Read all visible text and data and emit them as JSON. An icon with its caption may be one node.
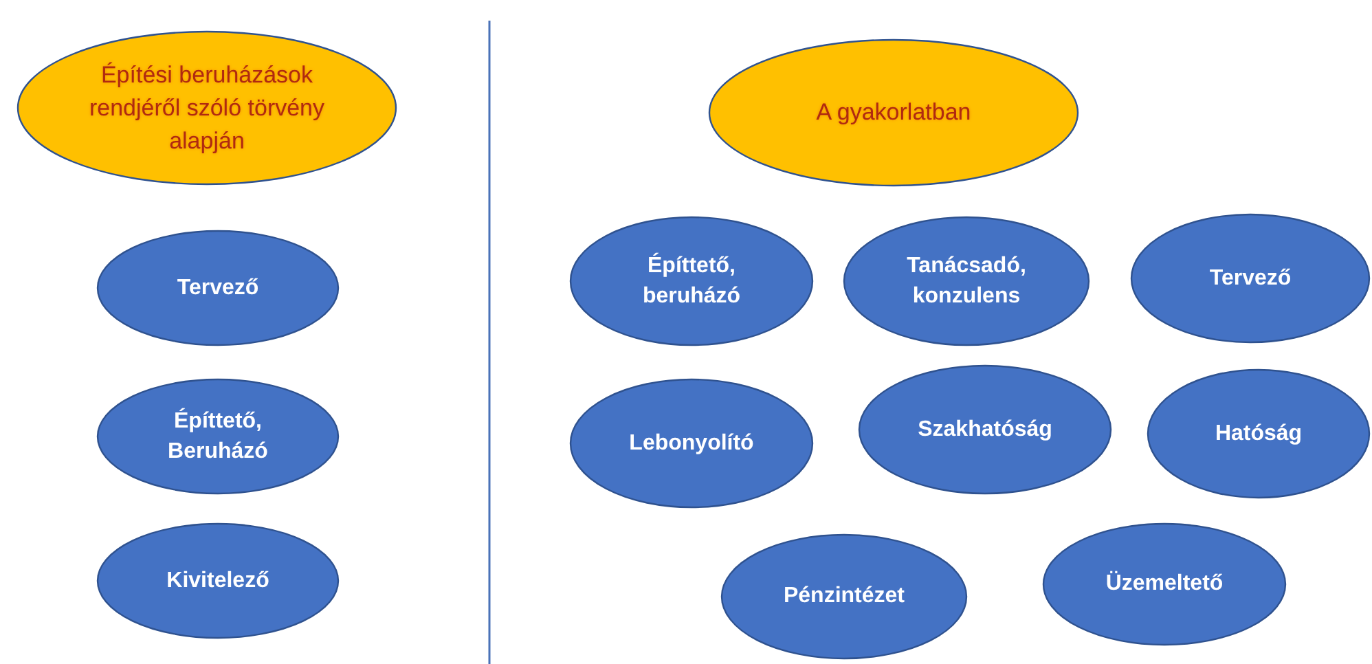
{
  "diagram": {
    "nodes": [
      {
        "text": [
          "Építési beruházások rendjéről szóló törvény alapján"
        ]
      },
      {
        "text": [
          "Tervező"
        ]
      },
      {
        "text": [
          "Építtető, Beruházó"
        ]
      },
      {
        "text": [
          "Kivitelező"
        ]
      },
      {
        "text": [
          "A gyakorlatban"
        ]
      },
      {
        "text": [
          "Építtető, beruházó"
        ]
      },
      {
        "text": [
          "Tanácsadó, konzulens"
        ]
      },
      {
        "text": [
          "Tervező"
        ]
      },
      {
        "text": [
          "Lebonyolító"
        ]
      },
      {
        "text": [
          "Szakhatóság"
        ]
      },
      {
        "text": [
          "Hatóság"
        ]
      },
      {
        "text": [
          "Pénzintézet"
        ]
      },
      {
        "text": [
          "Üzemeltető"
        ]
      }
    ]
  }
}
